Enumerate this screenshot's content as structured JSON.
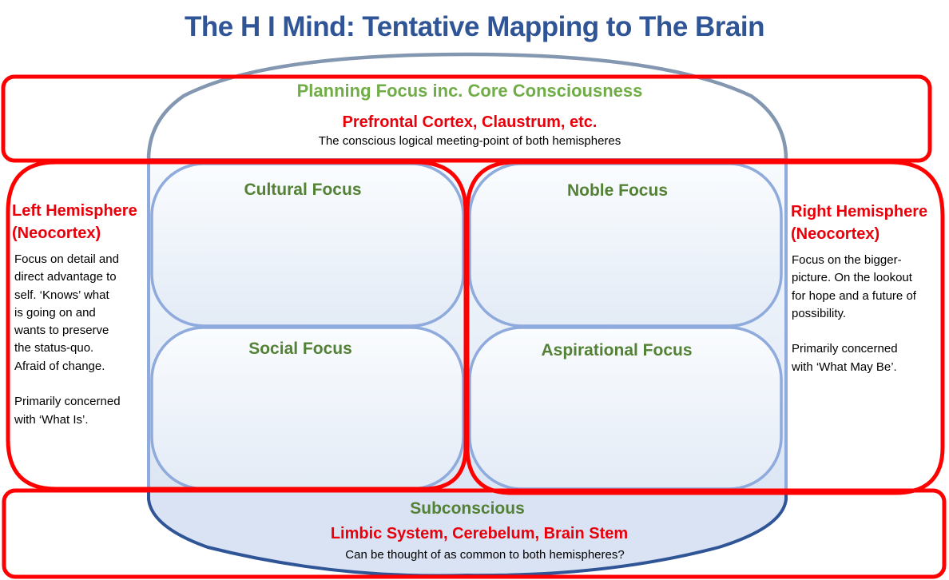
{
  "title": "The H I Mind: Tentative Mapping to The Brain",
  "colors": {
    "title": "#2F5597",
    "red_outline": "#FF0000",
    "dome_outline": "#8497B0",
    "inner_box_outline": "#8FAADC",
    "inner_fill": "#E9F0F9",
    "bottom_outline": "#2F5597",
    "focus_green": "#538135",
    "planning_green": "#70AD47",
    "label_red": "#E8000B"
  },
  "top_region": {
    "heading": "Planning Focus inc. Core Consciousness",
    "brain_areas": "Prefrontal Cortex, Claustrum, etc.",
    "description": "The conscious logical meeting-point of both hemispheres"
  },
  "left_region": {
    "heading_line1": "Left Hemisphere",
    "heading_line2": "(Neocortex)",
    "description": "Focus on detail and\ndirect advantage to\nself.  ‘Knows’ what\nis going on and\nwants to preserve\nthe status-quo.\nAfraid of change.\n\nPrimarily concerned\nwith ‘What Is’."
  },
  "right_region": {
    "heading_line1": "Right Hemisphere",
    "heading_line2": "(Neocortex)",
    "description": "Focus on the bigger-\npicture.  On the lookout\nfor hope and a future of\npossibility.\n\nPrimarily concerned\nwith ‘What May Be’."
  },
  "focus_boxes": {
    "cultural": "Cultural Focus",
    "noble": "Noble Focus",
    "social": "Social Focus",
    "aspirational": "Aspirational Focus"
  },
  "bottom_region": {
    "heading": "Subconscious",
    "brain_areas": "Limbic System, Cerebelum, Brain Stem",
    "description": "Can be thought of as common to both hemispheres?"
  }
}
